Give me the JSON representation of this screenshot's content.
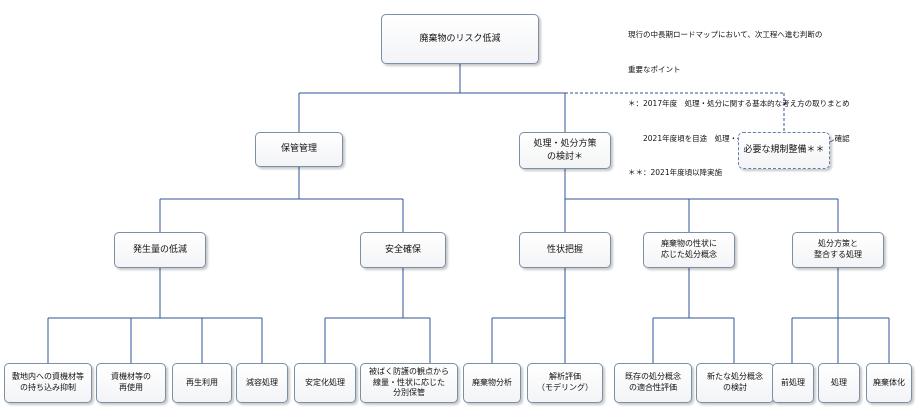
{
  "legend": {
    "heading_line1": "現行の中長期ロードマップにおいて、次工程へ進む判断の",
    "heading_line2": "重要なポイント",
    "note1_line1": "＊：2017年度　処理・処分に関する基本的な考え方の取りまとめ",
    "note1_line2": "　　2021年度頃を目途　処理・処分における安全性の見通し確認",
    "note2": "＊＊：2021年度頃以降実施"
  },
  "nodes": {
    "root": "廃棄物のリスク低減",
    "storage": "保管管理",
    "disposal_policy": "処理・処分方策\nの検討＊",
    "regulation": "必要な規制整備＊＊",
    "generation": "発生量の低減",
    "safety": "安全確保",
    "characterization": "性状把握",
    "disposal_concept": "廃棄物の性状に\n応じた処分概念",
    "consistent_treatment": "処分方策と\n整合する処理",
    "reduce_carry_in": "敷地内への資機材等\nの持ち込み抑制",
    "reuse": "資機材等の\n再使用",
    "recycle": "再生利用",
    "volume_reduction": "減容処理",
    "stabilization": "安定化処理",
    "segregated_storage": "被ばく防護の観点から\n線量・性状に応じた\n分別保管",
    "waste_analysis": "廃棄物分析",
    "analytical_eval": "解析評価\n（モデリング）",
    "existing_concept_eval": "既存の処分概念\nの適合性評価",
    "new_concept_study": "新たな処分概念\nの検討",
    "pretreatment": "前処理",
    "treatment": "処理",
    "solidification": "廃棄体化"
  },
  "colors": {
    "line": "#2f5597",
    "box_border": "#7a8fa8"
  }
}
